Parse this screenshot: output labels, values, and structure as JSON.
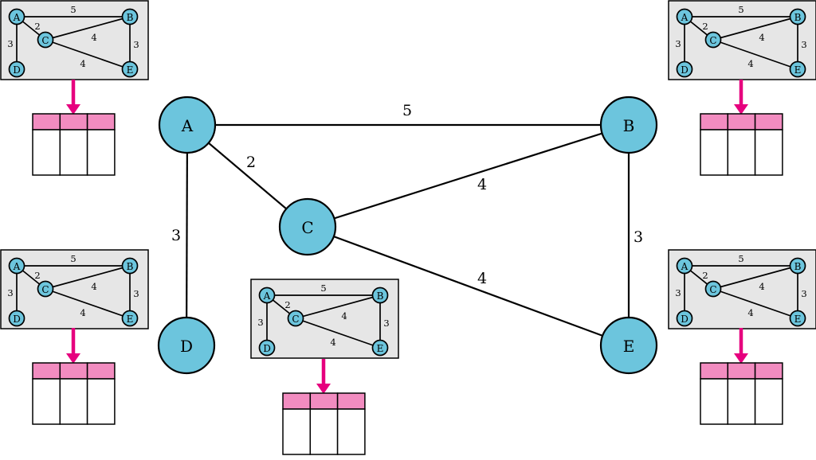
{
  "graph": {
    "node_color": "#6cc5dd",
    "edge_color": "#000000",
    "nodes": [
      {
        "id": "A",
        "label": "A"
      },
      {
        "id": "B",
        "label": "B"
      },
      {
        "id": "C",
        "label": "C"
      },
      {
        "id": "D",
        "label": "D"
      },
      {
        "id": "E",
        "label": "E"
      }
    ],
    "edges": [
      {
        "from": "A",
        "to": "B",
        "weight": "5"
      },
      {
        "from": "A",
        "to": "C",
        "weight": "2"
      },
      {
        "from": "A",
        "to": "D",
        "weight": "3"
      },
      {
        "from": "C",
        "to": "B",
        "weight": "4"
      },
      {
        "from": "C",
        "to": "E",
        "weight": "4"
      },
      {
        "from": "B",
        "to": "E",
        "weight": "3"
      }
    ]
  },
  "routers": {
    "count": 5,
    "box_color": "#e6e6e6",
    "arrow_color": "#e6007e",
    "table_header_color": "#f28cc0",
    "table_columns": 3
  }
}
